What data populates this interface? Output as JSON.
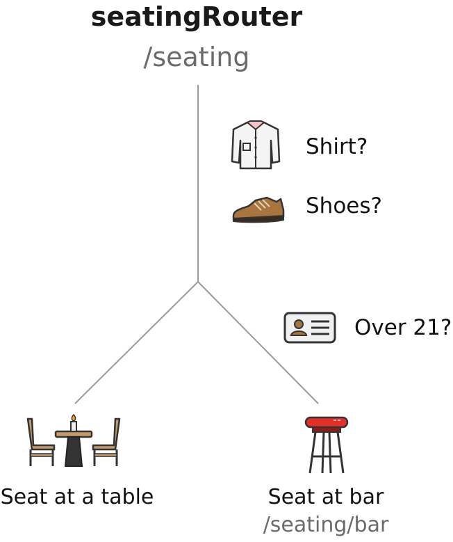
{
  "router": {
    "name": "seatingRouter",
    "path": "/seating"
  },
  "conditions": [
    {
      "icon": "shirt-icon",
      "label": "Shirt?"
    },
    {
      "icon": "shoe-icon",
      "label": "Shoes?"
    },
    {
      "icon": "id-card-icon",
      "label": "Over 21?"
    }
  ],
  "leaves": [
    {
      "icon": "table-and-chairs-icon",
      "label": "Seat at a table",
      "path": ""
    },
    {
      "icon": "bar-stool-icon",
      "label": "Seat at bar",
      "path": "/seating/bar"
    }
  ],
  "colors": {
    "line": "#9a9a9a",
    "path_text": "#6b6b6b",
    "shoe": "#a8743f",
    "stool_seat": "#e0302a",
    "chair_wood": "#c49a6c"
  }
}
